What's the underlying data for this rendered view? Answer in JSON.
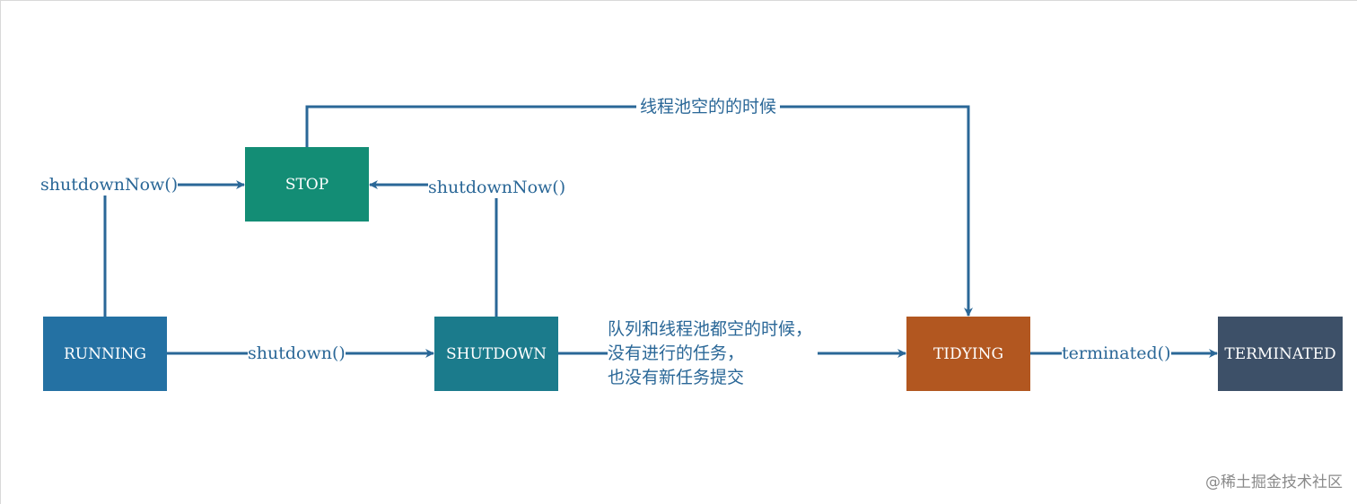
{
  "nodes": {
    "running": {
      "label": "RUNNING",
      "color": "#2471a3"
    },
    "stop": {
      "label": "STOP",
      "color": "#138d75"
    },
    "shutdown": {
      "label": "SHUTDOWN",
      "color": "#1b7b8c"
    },
    "tidying": {
      "label": "TIDYING",
      "color": "#b25720"
    },
    "terminated": {
      "label": "TERMINATED",
      "color": "#3d5068"
    }
  },
  "edges": {
    "running_to_stop": "shutdownNow()",
    "shutdown_to_stop": "shutdownNow()",
    "running_to_shutdown": "shutdown()",
    "stop_to_tidying": "线程池空的的时候",
    "shutdown_to_tidying": {
      "line1": "队列和线程池都空的时候，",
      "line2": "没有进行的任务，",
      "line3": "也没有新任务提交"
    },
    "tidying_to_terminated": "terminated()"
  },
  "colors": {
    "edge": "#2a6797"
  },
  "watermark": "@稀土掘金技术社区"
}
